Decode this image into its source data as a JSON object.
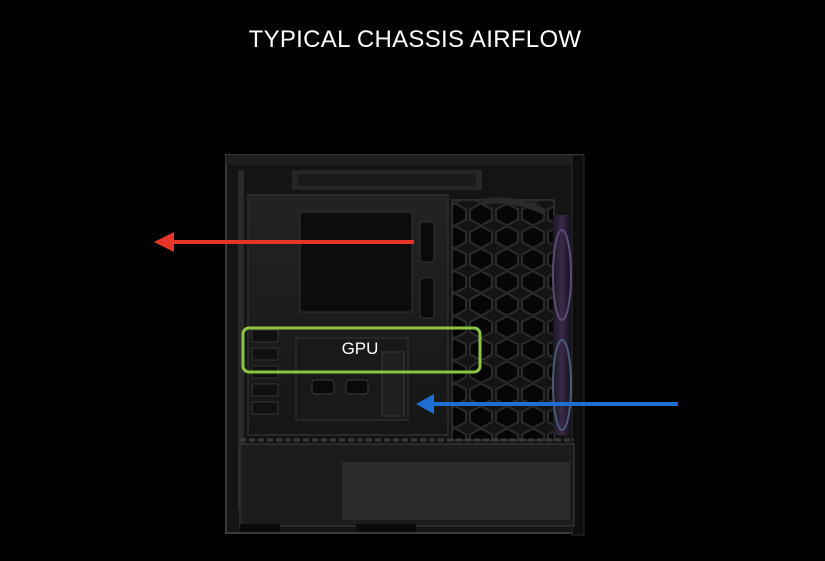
{
  "diagram": {
    "title": "TYPICAL CHASSIS AIRFLOW",
    "labels": {
      "gpu": "GPU"
    },
    "colors": {
      "exhaust_arrow": "#e8352a",
      "intake_arrow": "#1d6fd1",
      "gpu_outline": "#8cc63f",
      "background": "#000000"
    },
    "arrows": [
      {
        "name": "exhaust-arrow",
        "direction": "left",
        "color": "#e8352a"
      },
      {
        "name": "intake-arrow",
        "direction": "left",
        "color": "#1d6fd1"
      }
    ],
    "icons": [
      "pc-case-icon",
      "fan-icon"
    ]
  }
}
